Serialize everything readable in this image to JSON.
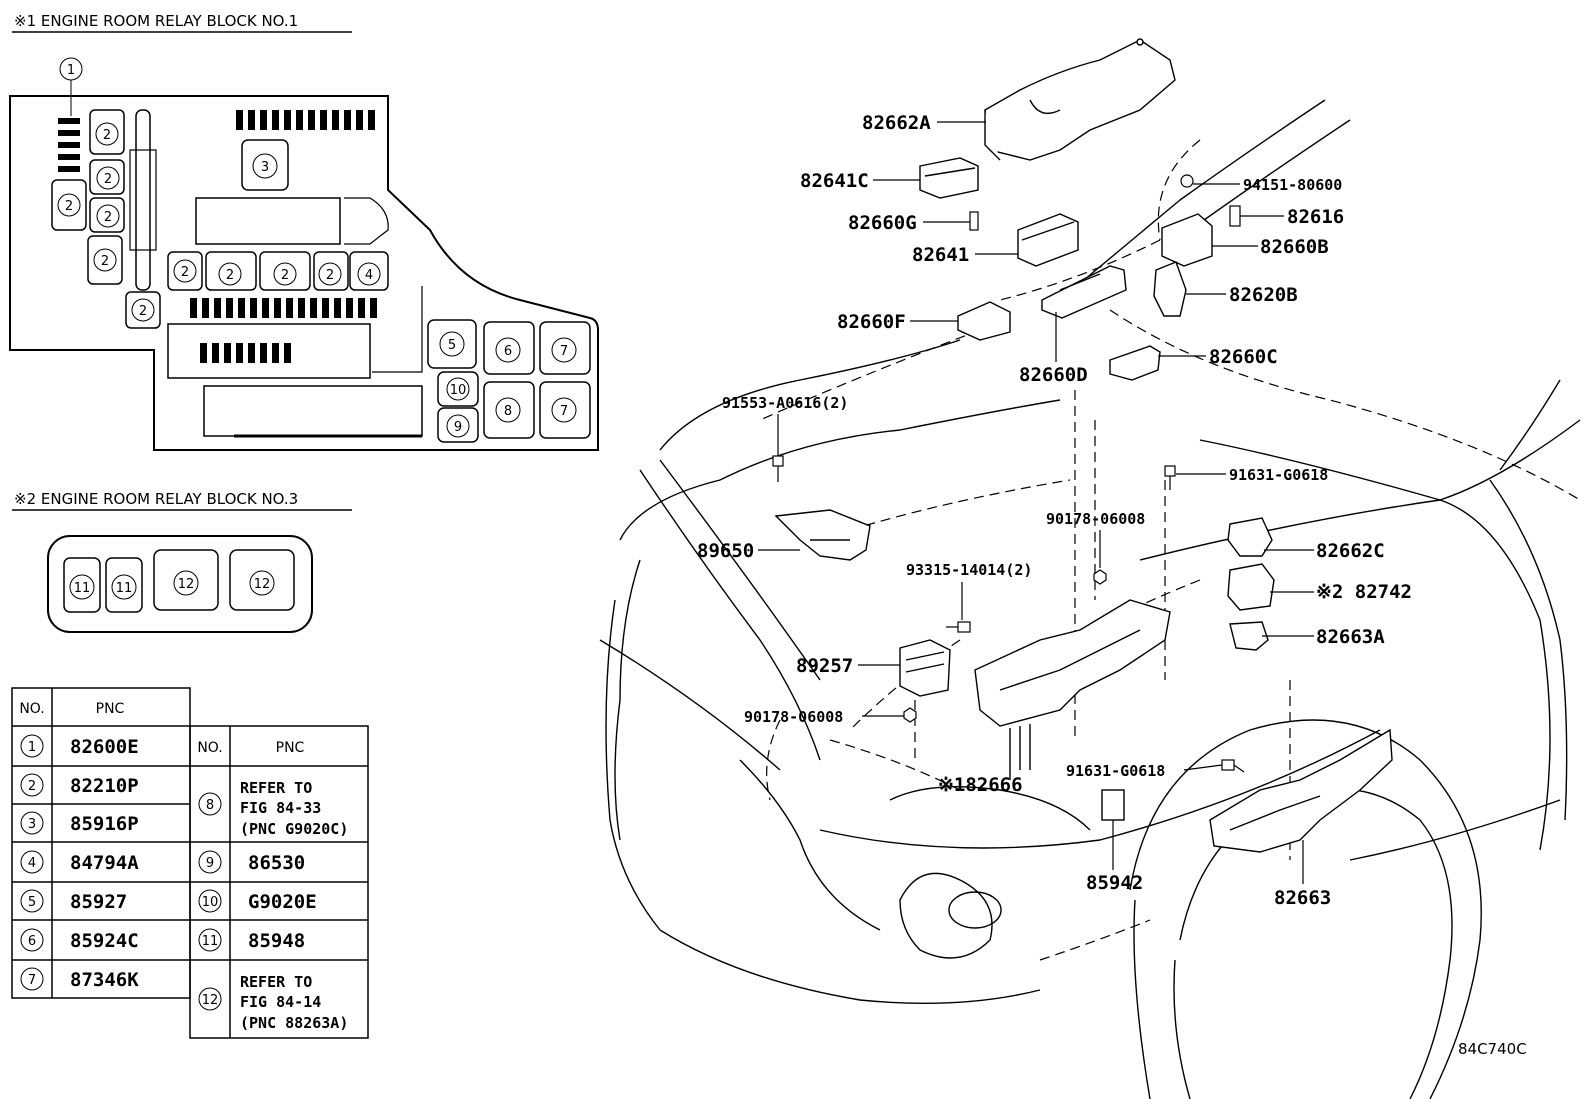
{
  "relay_block_1": {
    "title": "※1 ENGINE ROOM RELAY BLOCK NO.1",
    "slot_numbers": [
      "1",
      "2",
      "3",
      "4",
      "5",
      "6",
      "7",
      "8",
      "9",
      "10"
    ]
  },
  "relay_block_3": {
    "title": "※2 ENGINE ROOM RELAY BLOCK NO.3",
    "slot_numbers": [
      "11",
      "12"
    ]
  },
  "table": {
    "headers": [
      "NO.",
      "PNC"
    ],
    "rows": [
      {
        "no": "1",
        "pnc": "82600E"
      },
      {
        "no": "2",
        "pnc": "82210P"
      },
      {
        "no": "3",
        "pnc": "85916P"
      },
      {
        "no": "4",
        "pnc": "84794A"
      },
      {
        "no": "5",
        "pnc": "85927"
      },
      {
        "no": "6",
        "pnc": "85924C"
      },
      {
        "no": "7",
        "pnc": "87346K"
      },
      {
        "no": "8",
        "pnc_lines": [
          "REFER TO",
          "FIG 84-33",
          "(PNC G9020C)"
        ]
      },
      {
        "no": "9",
        "pnc": "86530"
      },
      {
        "no": "10",
        "pnc": "G9020E"
      },
      {
        "no": "11",
        "pnc": "85948"
      },
      {
        "no": "12",
        "pnc_lines": [
          "REFER TO",
          "FIG 84-14",
          "(PNC 88263A)"
        ]
      }
    ]
  },
  "part_labels": {
    "p82662A": "82662A",
    "p82641C": "82641C",
    "p82660G": "82660G",
    "p82641": "82641",
    "p94151": "94151-80600",
    "p82616": "82616",
    "p82660B": "82660B",
    "p82620B": "82620B",
    "p82660F": "82660F",
    "p82660D": "82660D",
    "p82660C": "82660C",
    "p91553": "91553-A0616(2)",
    "p91631a": "91631-G0618",
    "p89650": "89650",
    "p90178a": "90178-06008",
    "p93315": "93315-14014(2)",
    "p82662C": "82662C",
    "p82742": "※2 82742",
    "p82663A": "82663A",
    "p89257": "89257",
    "p90178b": "90178-06008",
    "p82666": "※182666",
    "p91631b": "91631-G0618",
    "p85942": "85942",
    "p82663": "82663"
  },
  "figure_code": "84C740C"
}
